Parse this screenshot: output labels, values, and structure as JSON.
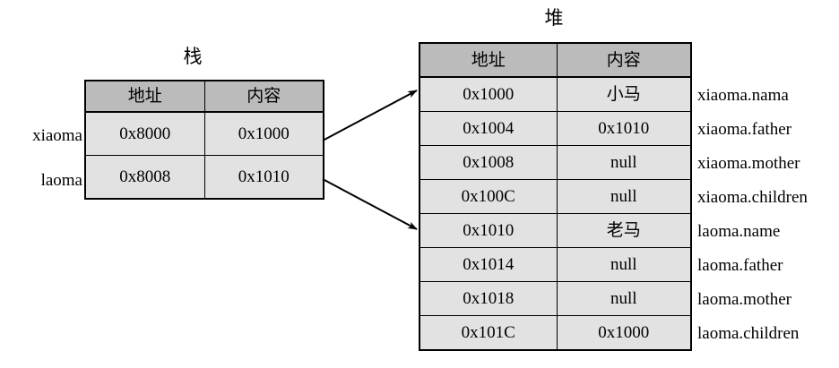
{
  "diagram": {
    "stack": {
      "title": "栈",
      "columns": [
        "地址",
        "内容"
      ],
      "rows": [
        {
          "name": "xiaoma",
          "address": "0x8000",
          "content": "0x1000"
        },
        {
          "name": "laoma",
          "address": "0x8008",
          "content": "0x1010"
        }
      ]
    },
    "heap": {
      "title": "堆",
      "columns": [
        "地址",
        "内容"
      ],
      "rows": [
        {
          "address": "0x1000",
          "content": "小马",
          "label": "xiaoma.nama"
        },
        {
          "address": "0x1004",
          "content": "0x1010",
          "label": "xiaoma.father"
        },
        {
          "address": "0x1008",
          "content": "null",
          "label": "xiaoma.mother"
        },
        {
          "address": "0x100C",
          "content": "null",
          "label": "xiaoma.children"
        },
        {
          "address": "0x1010",
          "content": "老马",
          "label": "laoma.name"
        },
        {
          "address": "0x1014",
          "content": "null",
          "label": "laoma.father"
        },
        {
          "address": "0x1018",
          "content": "null",
          "label": "laoma.mother"
        },
        {
          "address": "0x101C",
          "content": "0x1000",
          "label": "laoma.children"
        }
      ]
    },
    "arrows": [
      {
        "from": "stack.rows.0.content",
        "to": "heap.rows.0.address"
      },
      {
        "from": "stack.rows.1.content",
        "to": "heap.rows.4.address"
      }
    ],
    "colors": {
      "header_fill": "#bbbbbb",
      "cell_fill": "#e2e2e2",
      "border": "#000000",
      "background": "#ffffff",
      "text": "#000000"
    }
  }
}
